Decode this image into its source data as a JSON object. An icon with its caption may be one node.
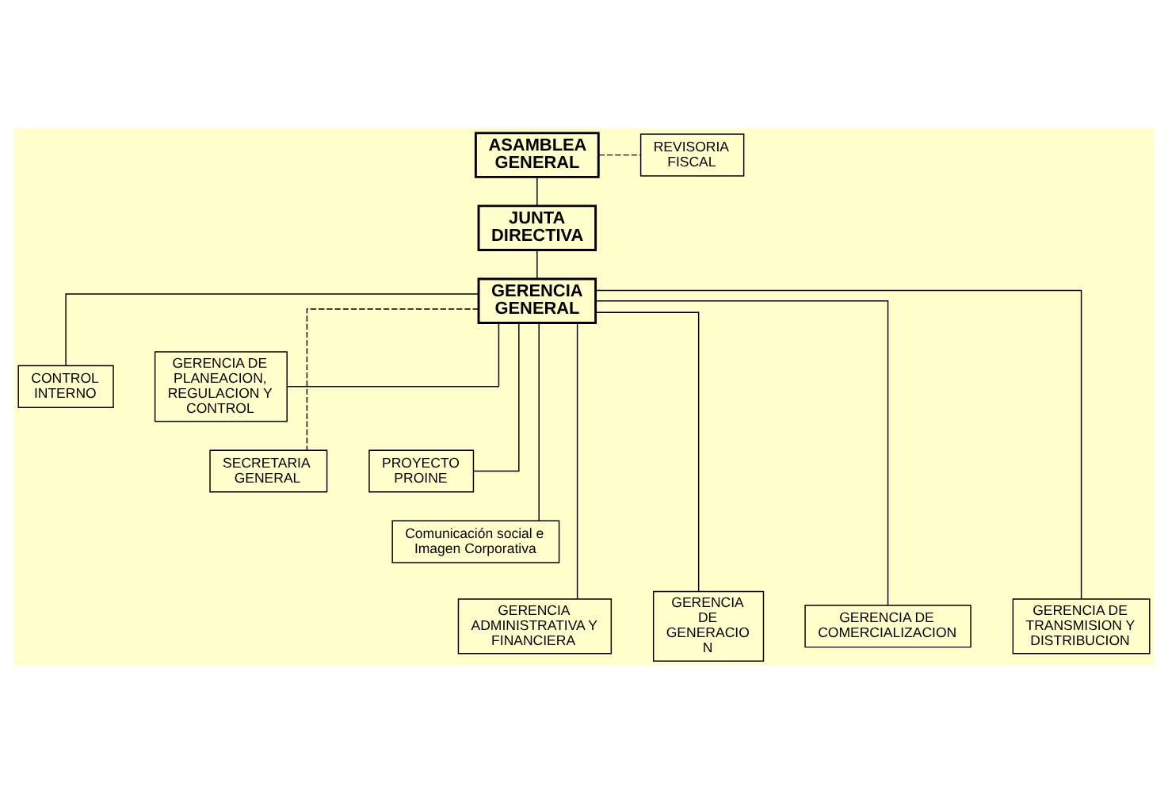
{
  "diagram": {
    "nodes": [
      {
        "text": [
          "ASAMBLEA GENERAL"
        ]
      },
      {
        "text": [
          "REVISORIA FISCAL"
        ]
      },
      {
        "text": [
          "JUNTA DIRECTIVA"
        ]
      },
      {
        "text": [
          "GERENCIA GENERAL"
        ]
      },
      {
        "text": [
          "CONTROL INTERNO"
        ]
      },
      {
        "text": [
          "GERENCIA DE PLANEACION, REGULACION Y CONTROL"
        ]
      },
      {
        "text": [
          "SECRETARIA GENERAL"
        ]
      },
      {
        "text": [
          "PROYECTO PROINE"
        ]
      },
      {
        "text": [
          "Comunicación social e Imagen Corporativa"
        ]
      },
      {
        "text": [
          "GERENCIA ADMINISTRATIVA Y FINANCIERA"
        ]
      },
      {
        "text": [
          "GERENCIA DE GENERACIO N"
        ]
      },
      {
        "text": [
          "GERENCIA DE COMERCIALIZACION"
        ]
      },
      {
        "text": [
          "GERENCIA DE TRANSMISION Y DISTRIBUCION"
        ]
      }
    ],
    "edges": [
      {
        "from": 0,
        "to": 1,
        "arrow": "none",
        "style": "dashed"
      },
      {
        "from": 0,
        "to": 2,
        "arrow": "none"
      },
      {
        "from": 2,
        "to": 3,
        "arrow": "none"
      },
      {
        "from": 3,
        "to": 4,
        "arrow": "none"
      },
      {
        "from": 3,
        "to": 5,
        "arrow": "none"
      },
      {
        "from": 3,
        "to": 6,
        "arrow": "none",
        "style": "dashed"
      },
      {
        "from": 3,
        "to": 7,
        "arrow": "none"
      },
      {
        "from": 3,
        "to": 8,
        "arrow": "none"
      },
      {
        "from": 3,
        "to": 9,
        "arrow": "none"
      },
      {
        "from": 3,
        "to": 10,
        "arrow": "none"
      },
      {
        "from": 3,
        "to": 11,
        "arrow": "none"
      },
      {
        "from": 3,
        "to": 12,
        "arrow": "none"
      }
    ]
  }
}
